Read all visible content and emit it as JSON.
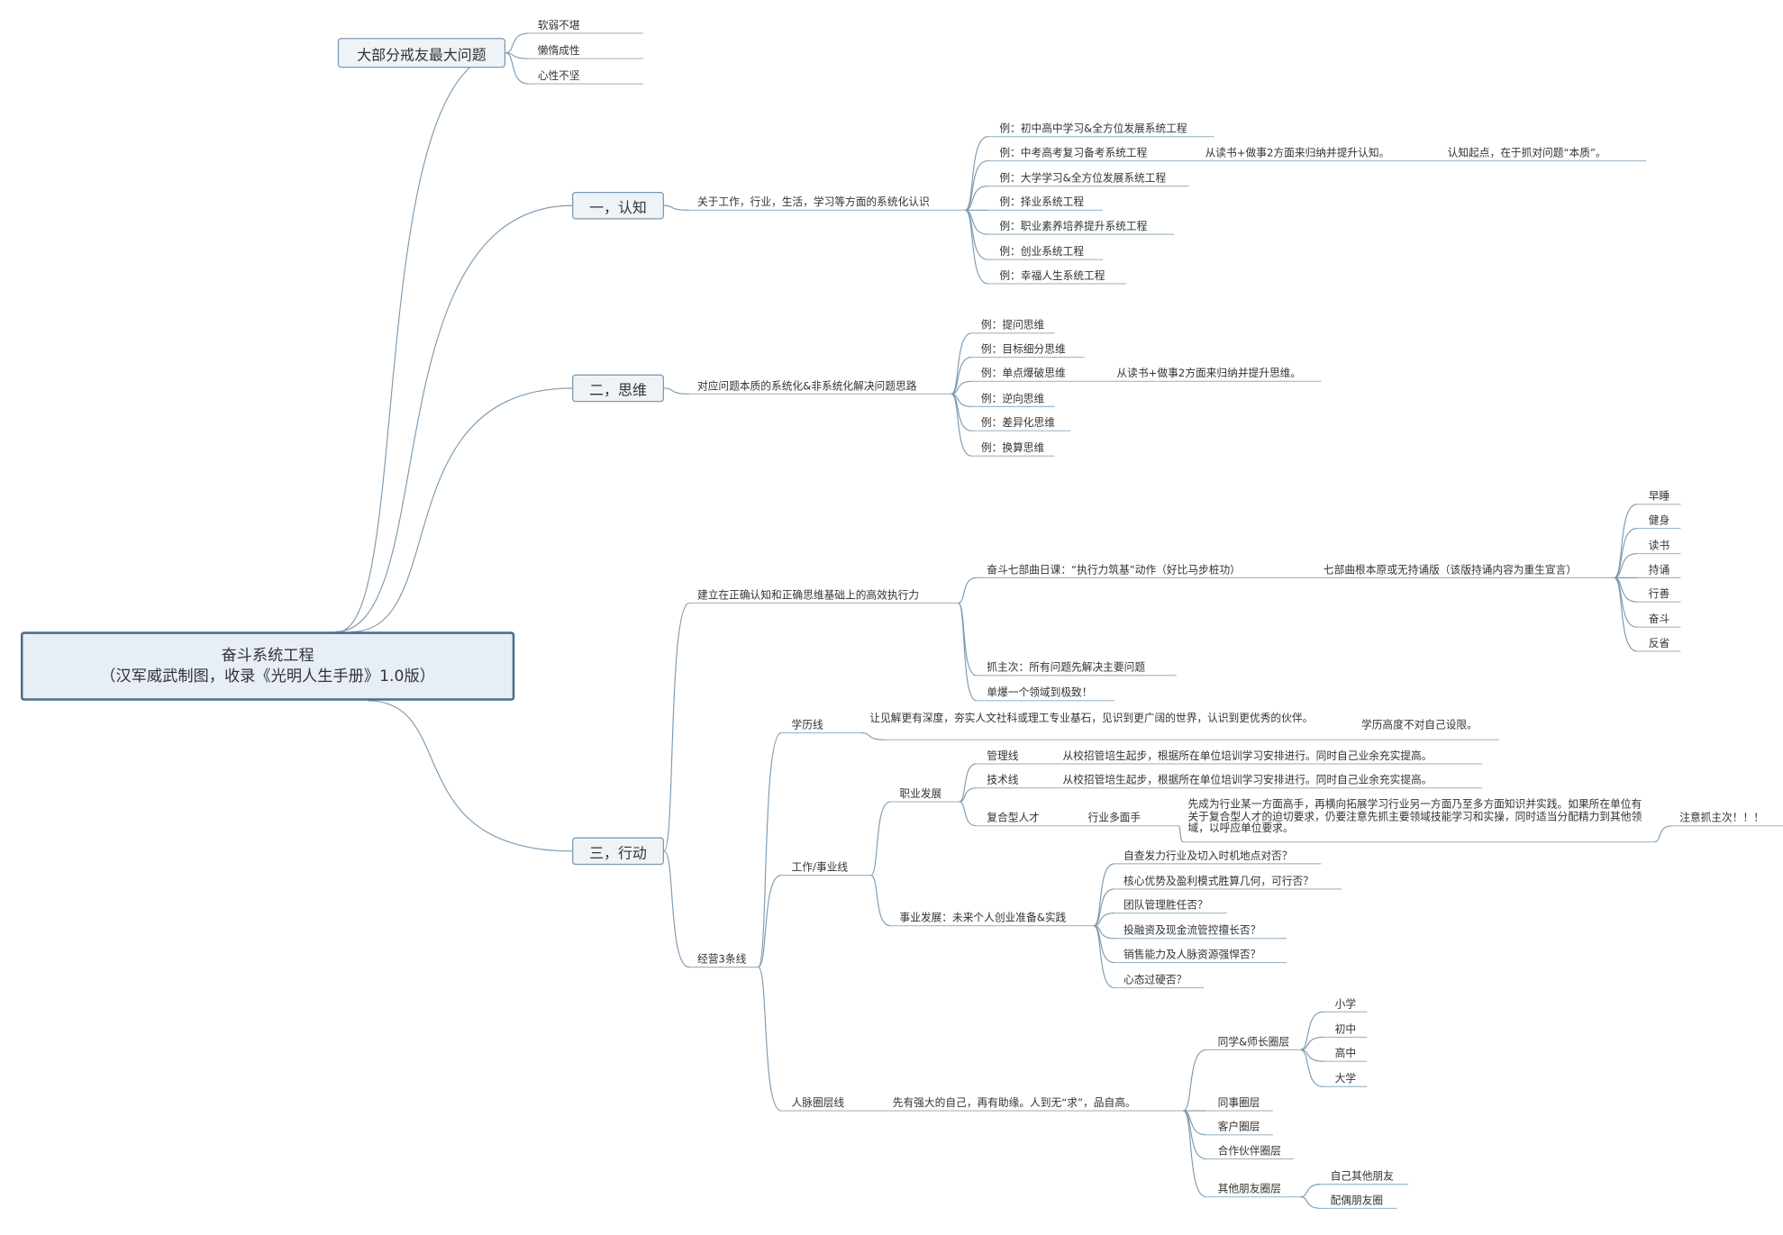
{
  "root": {
    "title": "奋斗系统工程",
    "subtitle": "（汉军威武制图，收录《光明人生手册》1.0版）"
  },
  "problems": {
    "title": "大部分戒友最大问题",
    "items": [
      "软弱不堪",
      "懒惰成性",
      "心性不坚"
    ]
  },
  "cognition": {
    "title": "一，认知",
    "summary": "关于工作，行业，生活，学习等方面的系统化认识",
    "examples": [
      "例：初中高中学习&全方位发展系统工程",
      "例：中考高考复习备考系统工程",
      "例：大学学习&全方位发展系统工程",
      "例：择业系统工程",
      "例：职业素养培养提升系统工程",
      "例：创业系统工程",
      "例：幸福人生系统工程"
    ],
    "method": "从读书+做事2方面来归纳并提升认知。",
    "starting_point": "认知起点，在于抓对问题“本质”。"
  },
  "thinking": {
    "title": "二，思维",
    "summary": "对应问题本质的系统化&非系统化解决问题思路",
    "examples": [
      "例：提问思维",
      "例：目标细分思维",
      "例：单点爆破思维",
      "例：逆向思维",
      "例：差异化思维",
      "例：换算思维"
    ],
    "method": "从读书+做事2方面来归纳并提升思维。"
  },
  "action": {
    "title": "三，行动",
    "execution": {
      "title": "建立在正确认知和正确思维基础上的高效执行力",
      "seven": "奋斗七部曲日课：“执行力筑基”动作（好比马步桩功）",
      "root_note": "七部曲根本原或无持诵版（该版持诵内容为重生宣言）",
      "steps": [
        "早睡",
        "健身",
        "读书",
        "持诵",
        "行善",
        "奋斗",
        "反省"
      ],
      "focus": "抓主次：所有问题先解决主要问题",
      "breakthrough": "单爆一个领域到极致！"
    },
    "lines": {
      "title": "经营3条线",
      "education": {
        "title": "学历线",
        "desc": "让见解更有深度，夯实人文社科或理工专业基石，见识到更广阔的世界，认识到更优秀的伙伴。",
        "note": "学历高度不对自己设限。"
      },
      "career": {
        "title": "工作/事业线",
        "job": {
          "title": "职业发展",
          "management": {
            "title": "管理线",
            "desc": "从校招管培生起步，根据所在单位培训学习安排进行。同时自己业余充实提高。"
          },
          "technical": {
            "title": "技术线",
            "desc": "从校招管培生起步，根据所在单位培训学习安排进行。同时自己业余充实提高。"
          },
          "compound": {
            "title": "复合型人才",
            "sub": "行业多面手",
            "desc": "先成为行业某一方面高手，再横向拓展学习行业另一方面乃至多方面知识并实践。如果所在单位有关于复合型人才的迫切要求，仍要注意先抓主要领域技能学习和实操，同时适当分配精力到其他领域，以呼应单位要求。",
            "note": "注意抓主次！！！"
          }
        },
        "venture": {
          "title": "事业发展：未来个人创业准备&实践",
          "questions": [
            "自查发力行业及切入时机地点对否？",
            "核心优势及盈利模式胜算几何，可行否？",
            "团队管理胜任否？",
            "投融资及现金流管控擅长否？",
            "销售能力及人脉资源强悍否？",
            "心态过硬否？"
          ]
        }
      },
      "network": {
        "title": "人脉圈层线",
        "desc": "先有强大的自己，再有助缘。人到无“求”，品自高。",
        "circles": {
          "classmates": {
            "title": "同学&师长圈层",
            "items": [
              "小学",
              "初中",
              "高中",
              "大学"
            ]
          },
          "colleagues": "同事圈层",
          "customers": "客户圈层",
          "partners": "合作伙伴圈层",
          "others": {
            "title": "其他朋友圈层",
            "items": [
              "自己其他朋友",
              "配偶朋友圈"
            ]
          }
        }
      }
    }
  }
}
